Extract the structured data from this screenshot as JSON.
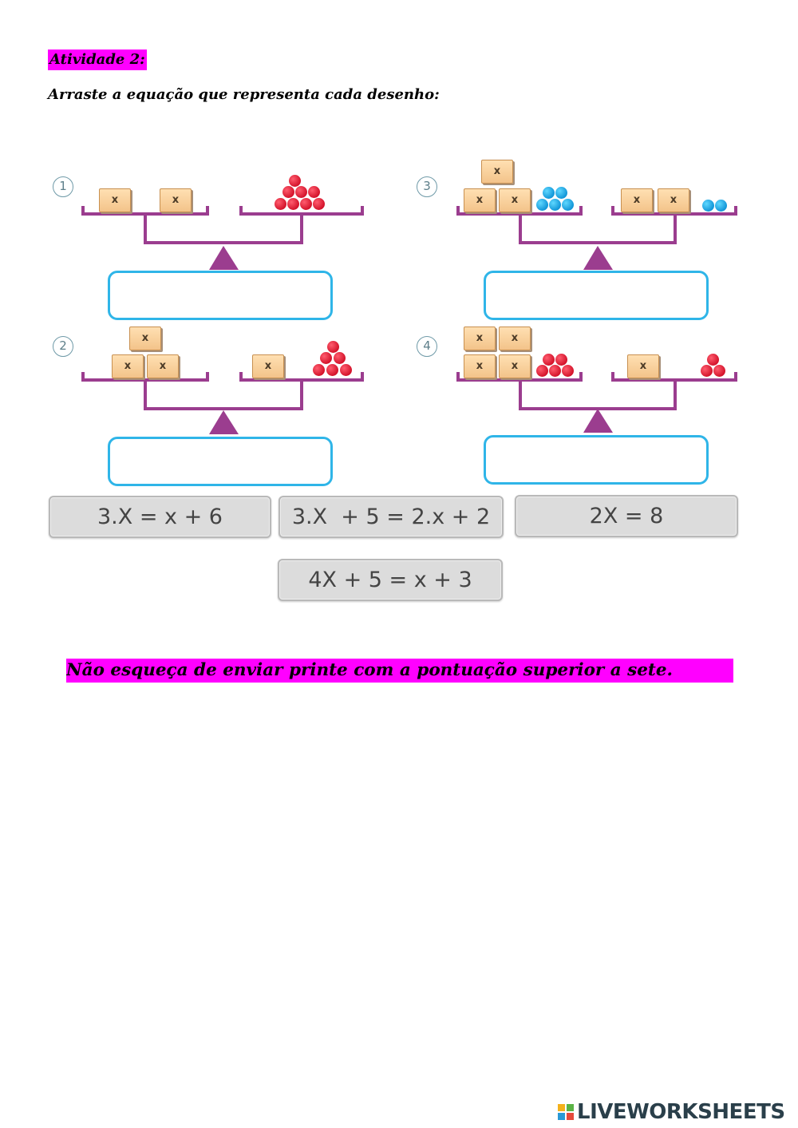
{
  "activity_title": "Atividade 2:",
  "instruction": "Arraste a equação que representa cada desenho:",
  "balances": [
    {
      "number": "1",
      "box_label": "x"
    },
    {
      "number": "2",
      "box_label": "x"
    },
    {
      "number": "3",
      "box_label": "x"
    },
    {
      "number": "4",
      "box_label": "x"
    }
  ],
  "options": [
    "3.X = x + 6",
    "3.X  + 5 = 2.x + 2",
    "2X = 8",
    "4X + 5 = x + 3"
  ],
  "footer_note": "Não esqueça de enviar printe com a pontuação superior a sete.",
  "brand": "LIVEWORKSHEETS",
  "colors": {
    "highlight": "#ff00ff",
    "scale": "#9b3d8f",
    "drop_zone_border": "#2fb5e8",
    "ball_red": "#d4132b",
    "ball_blue": "#1296d8",
    "tile_bg": "#dcdcdc"
  }
}
